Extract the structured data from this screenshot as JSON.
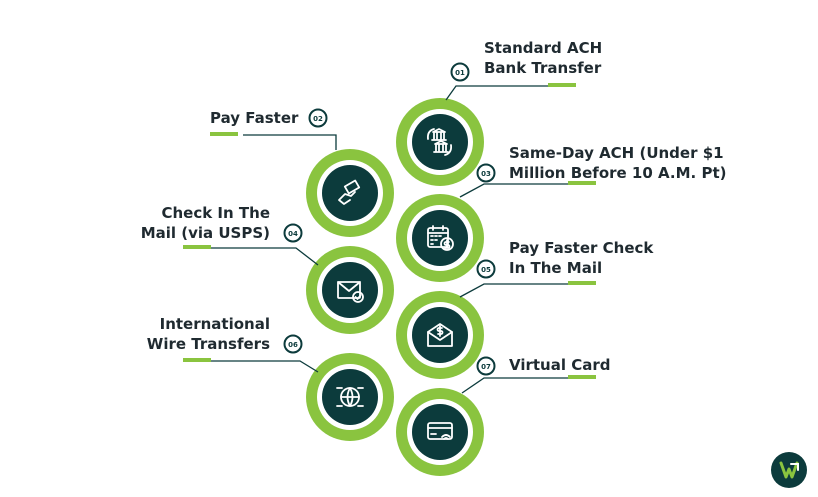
{
  "colors": {
    "green": "#8ac43f",
    "dark": "#0c3b3c",
    "text": "#1f2a30",
    "line": "#0c3b3c"
  },
  "items": [
    {
      "number": "01",
      "label_lines": [
        "Standard ACH",
        "Bank Transfer"
      ],
      "icon": "bank-exchange-icon"
    },
    {
      "number": "02",
      "label_lines": [
        "Pay Faster"
      ],
      "icon": "handshake-money-icon"
    },
    {
      "number": "03",
      "label_lines": [
        "Same-Day ACH (Under $1",
        "Million Before 10 A.M. Pt)"
      ],
      "icon": "calendar-dollar-icon"
    },
    {
      "number": "04",
      "label_lines": [
        "Check In The",
        "Mail (via USPS)"
      ],
      "icon": "envelope-check-icon"
    },
    {
      "number": "05",
      "label_lines": [
        "Pay Faster Check",
        "In The Mail"
      ],
      "icon": "envelope-dollar-icon"
    },
    {
      "number": "06",
      "label_lines": [
        "International",
        "Wire Transfers"
      ],
      "icon": "globe-transfer-icon"
    },
    {
      "number": "07",
      "label_lines": [
        "Virtual Card"
      ],
      "icon": "card-wifi-icon"
    }
  ]
}
